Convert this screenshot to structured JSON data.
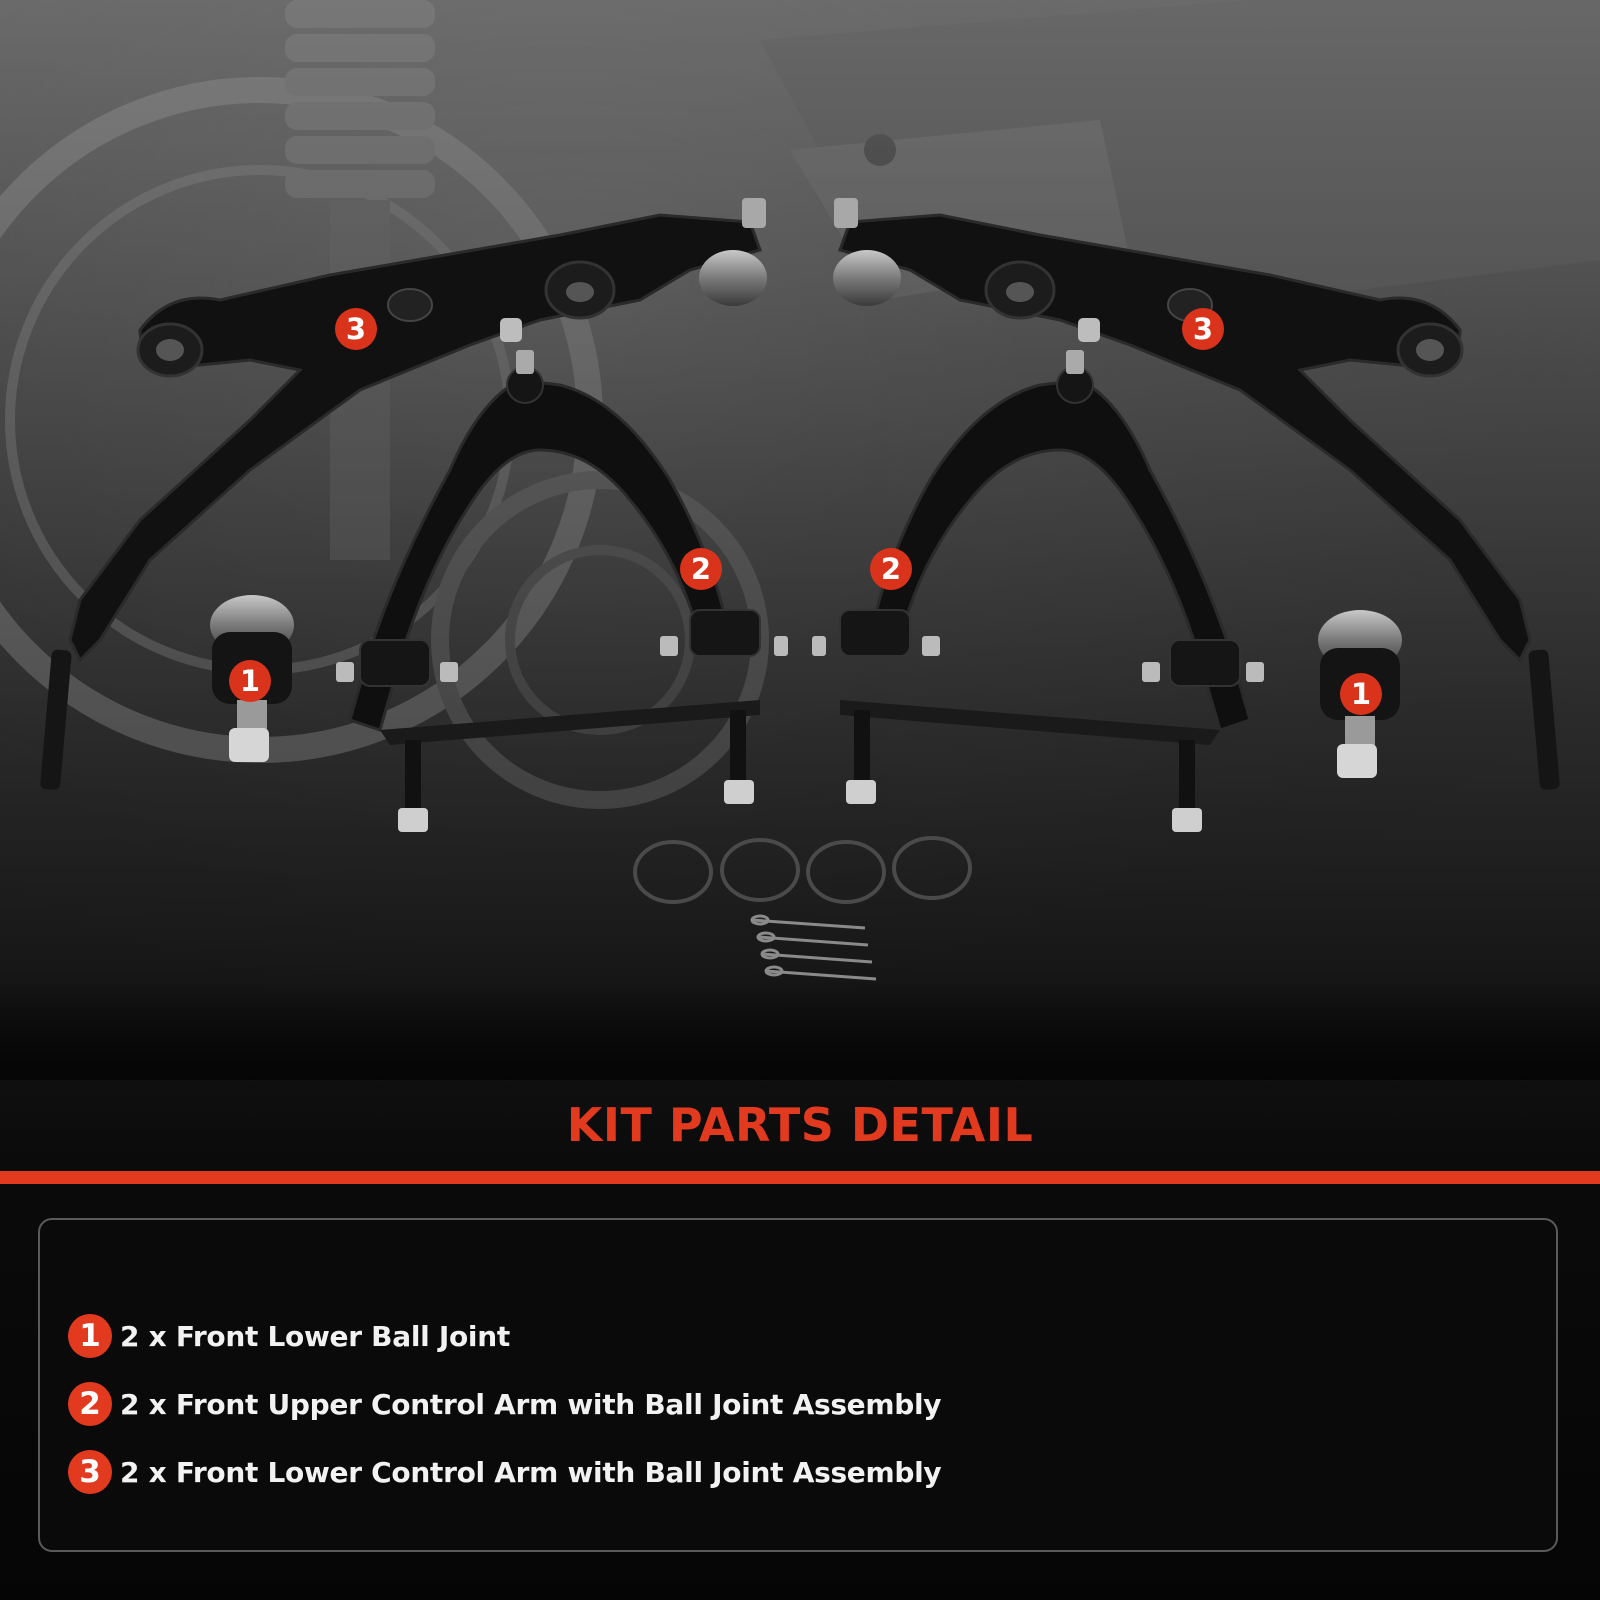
{
  "title": "KIT PARTS DETAIL",
  "colors": {
    "accent": "#e23a1e",
    "panel_border": "#5a5a5a",
    "text": "#f2f2f2"
  },
  "callouts": [
    "3",
    "3",
    "2",
    "2",
    "1",
    "1"
  ],
  "parts": [
    {
      "number": "1",
      "label": "2 x Front Lower Ball Joint"
    },
    {
      "number": "2",
      "label": "2 x Front Upper Control Arm with Ball Joint Assembly"
    },
    {
      "number": "3",
      "label": "2 x Front Lower Control Arm with Ball Joint Assembly"
    }
  ]
}
